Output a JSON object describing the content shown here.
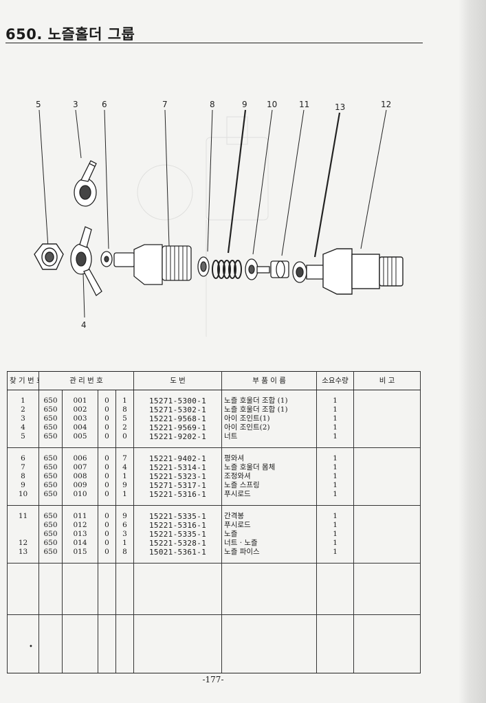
{
  "page": {
    "title": "650. 노즐홀더 그룹",
    "page_number": "-177-"
  },
  "diagram": {
    "callouts": [
      "5",
      "3",
      "6",
      "7",
      "8",
      "9",
      "10",
      "11",
      "13",
      "12",
      "4"
    ]
  },
  "table": {
    "headers": {
      "ref_no": "찾 기 번 호",
      "mgmt_no": "관 리 번 호",
      "drawing_no": "도 번",
      "part_name": "부 품 이 름",
      "qty": "소요수량",
      "remark": "비 고"
    },
    "rows": [
      {
        "ref": "1",
        "g": "650",
        "seq": "001",
        "a": "0",
        "b": "1",
        "pn": "15271-5300-1",
        "name": "노즐 호울더 조합 (1)",
        "qty": "1"
      },
      {
        "ref": "2",
        "g": "650",
        "seq": "002",
        "a": "0",
        "b": "8",
        "pn": "15271-5302-1",
        "name": "노즐 호울더 조합 (1)",
        "qty": "1"
      },
      {
        "ref": "3",
        "g": "650",
        "seq": "003",
        "a": "0",
        "b": "5",
        "pn": "15221-9568-1",
        "name": "아이 조인트(1)",
        "qty": "1"
      },
      {
        "ref": "4",
        "g": "650",
        "seq": "004",
        "a": "0",
        "b": "2",
        "pn": "15221-9569-1",
        "name": "아이 조인트(2)",
        "qty": "1"
      },
      {
        "ref": "5",
        "g": "650",
        "seq": "005",
        "a": "0",
        "b": "0",
        "pn": "15221-9202-1",
        "name": "너트",
        "qty": "1"
      },
      {
        "ref": "6",
        "g": "650",
        "seq": "006",
        "a": "0",
        "b": "7",
        "pn": "15221-9402-1",
        "name": "평와셔",
        "qty": "1"
      },
      {
        "ref": "7",
        "g": "650",
        "seq": "007",
        "a": "0",
        "b": "4",
        "pn": "15221-5314-1",
        "name": "노즐 호울더 몸체",
        "qty": "1"
      },
      {
        "ref": "8",
        "g": "650",
        "seq": "008",
        "a": "0",
        "b": "1",
        "pn": "15221-5323-1",
        "name": "조정와셔",
        "qty": "1"
      },
      {
        "ref": "9",
        "g": "650",
        "seq": "009",
        "a": "0",
        "b": "9",
        "pn": "15271-5317-1",
        "name": "노즐 스프링",
        "qty": "1"
      },
      {
        "ref": "10",
        "g": "650",
        "seq": "010",
        "a": "0",
        "b": "1",
        "pn": "15221-5316-1",
        "name": "푸시로드",
        "qty": "1"
      },
      {
        "ref": "11",
        "g": "650",
        "seq": "011",
        "a": "0",
        "b": "9",
        "pn": "15221-5335-1",
        "name": "간격봉",
        "qty": "1"
      },
      {
        "ref": "",
        "g": "650",
        "seq": "012",
        "a": "0",
        "b": "6",
        "pn": "15221-5316-1",
        "name": "푸시로드",
        "qty": "1"
      },
      {
        "ref": "",
        "g": "650",
        "seq": "013",
        "a": "0",
        "b": "3",
        "pn": "15221-5335-1",
        "name": "노즐",
        "qty": "1"
      },
      {
        "ref": "12",
        "g": "650",
        "seq": "014",
        "a": "0",
        "b": "1",
        "pn": "15221-5328-1",
        "name": "너트 · 노즐",
        "qty": "1"
      },
      {
        "ref": "13",
        "g": "650",
        "seq": "015",
        "a": "0",
        "b": "8",
        "pn": "15021-5361-1",
        "name": "노즐 파이스",
        "qty": "1"
      }
    ]
  }
}
